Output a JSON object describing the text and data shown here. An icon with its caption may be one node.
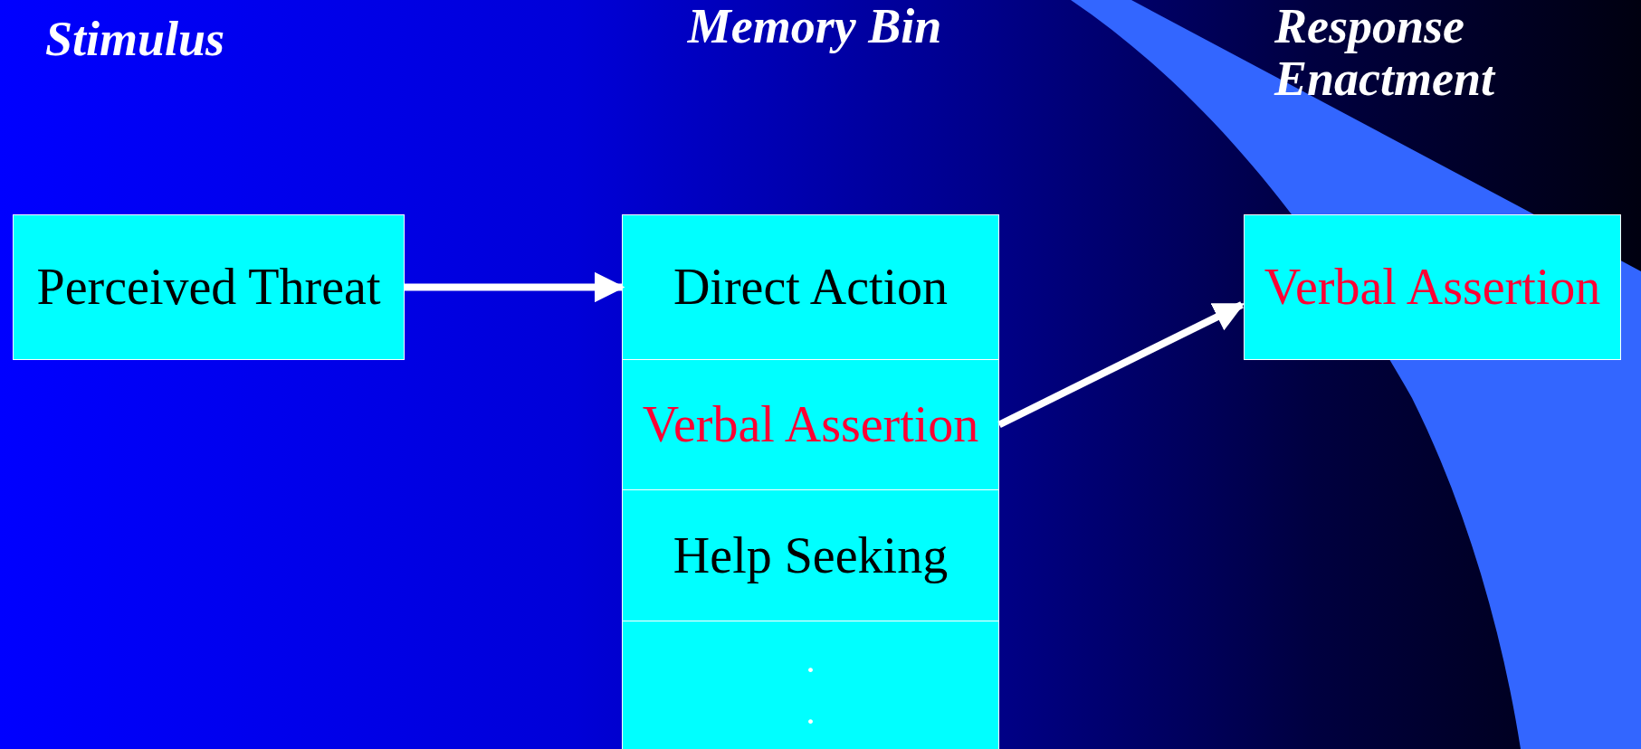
{
  "diagram": {
    "nodes": [
      {
        "text": [
          "Perceived Threat"
        ]
      },
      {
        "text": [
          "Direct Action"
        ]
      },
      {
        "text": [
          "Verbal Assertion"
        ]
      },
      {
        "text": [
          "Help Seeking"
        ]
      },
      {
        "text": [
          ".",
          "."
        ]
      },
      {
        "text": [
          "Verbal Assertion"
        ]
      }
    ],
    "edges": [
      {
        "from": 0,
        "to": 1,
        "arrow": "to"
      },
      {
        "from": 2,
        "to": 5,
        "arrow": "to"
      }
    ],
    "labels": [
      "Stimulus",
      "Memory Bin",
      "Response Enactment"
    ]
  }
}
